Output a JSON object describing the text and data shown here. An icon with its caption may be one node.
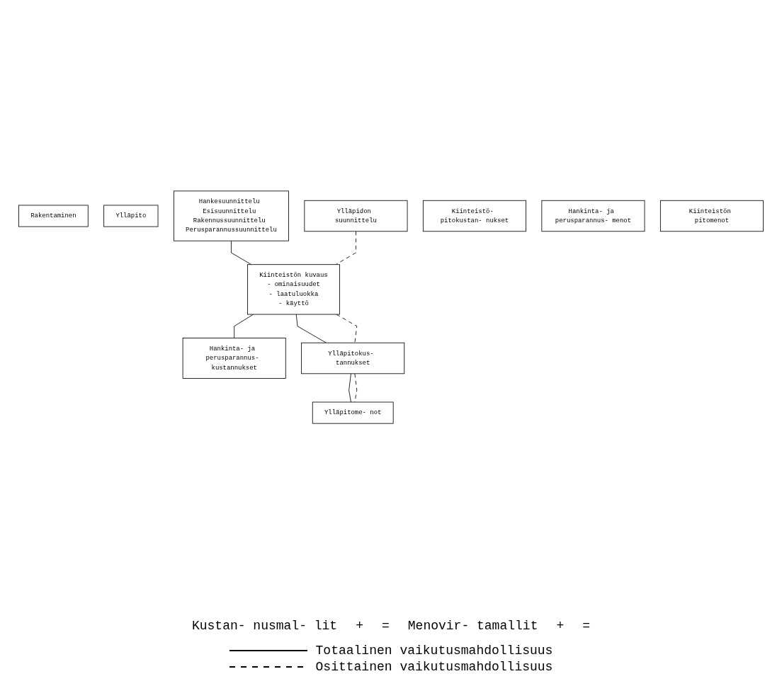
{
  "diagram": {
    "nodes": [
      {
        "text": [
          "Rakentaminen"
        ]
      },
      {
        "text": [
          "Ylläpito"
        ]
      },
      {
        "text": [
          "Hankesuunnittelu Esisuunnittelu Rakennussuunnittelu Perusparannussuunnittelu"
        ]
      },
      {
        "text": [
          "Ylläpidon suunnittelu"
        ]
      },
      {
        "text": [
          "Kiinteistön kuvaus",
          "- ominaisuudet",
          "- laatuluokka",
          "- käyttö"
        ]
      },
      {
        "text": [
          "Hankinta- ja perusparannus- kustannukset"
        ]
      },
      {
        "text": [
          "Ylläpitokus- tannukset"
        ]
      },
      {
        "text": [
          "Kiinteistö- pitokustan- nukset"
        ]
      },
      {
        "text": [
          "Hankinta- ja perusparannus- menot"
        ]
      },
      {
        "text": [
          "Ylläpitome- not"
        ]
      },
      {
        "text": [
          "Kiinteistön pitomenot"
        ]
      }
    ],
    "edges": [
      {
        "from": 2,
        "to": 4,
        "arrow": "none"
      },
      {
        "from": 3,
        "to": 4,
        "arrow": "none",
        "style": "dashed"
      },
      {
        "from": 4,
        "to": 5,
        "arrow": "none"
      },
      {
        "from": 4,
        "to": 6,
        "arrow": "none"
      },
      {
        "from": 4,
        "to": 6,
        "arrow": "none",
        "style": "dashed"
      },
      {
        "from": 6,
        "to": 9,
        "arrow": "none"
      },
      {
        "from": 6,
        "to": 9,
        "arrow": "none",
        "style": "dashed"
      }
    ],
    "labels": [
      "Kustan- nusmal- lit",
      "+",
      "=",
      "Menovir- tamallit",
      "+",
      "="
    ],
    "legend": [
      {
        "text": "Totaalinen vaikutusmahdollisuus"
      },
      {
        "text": "Osittainen vaikutusmahdollisuus"
      }
    ]
  }
}
